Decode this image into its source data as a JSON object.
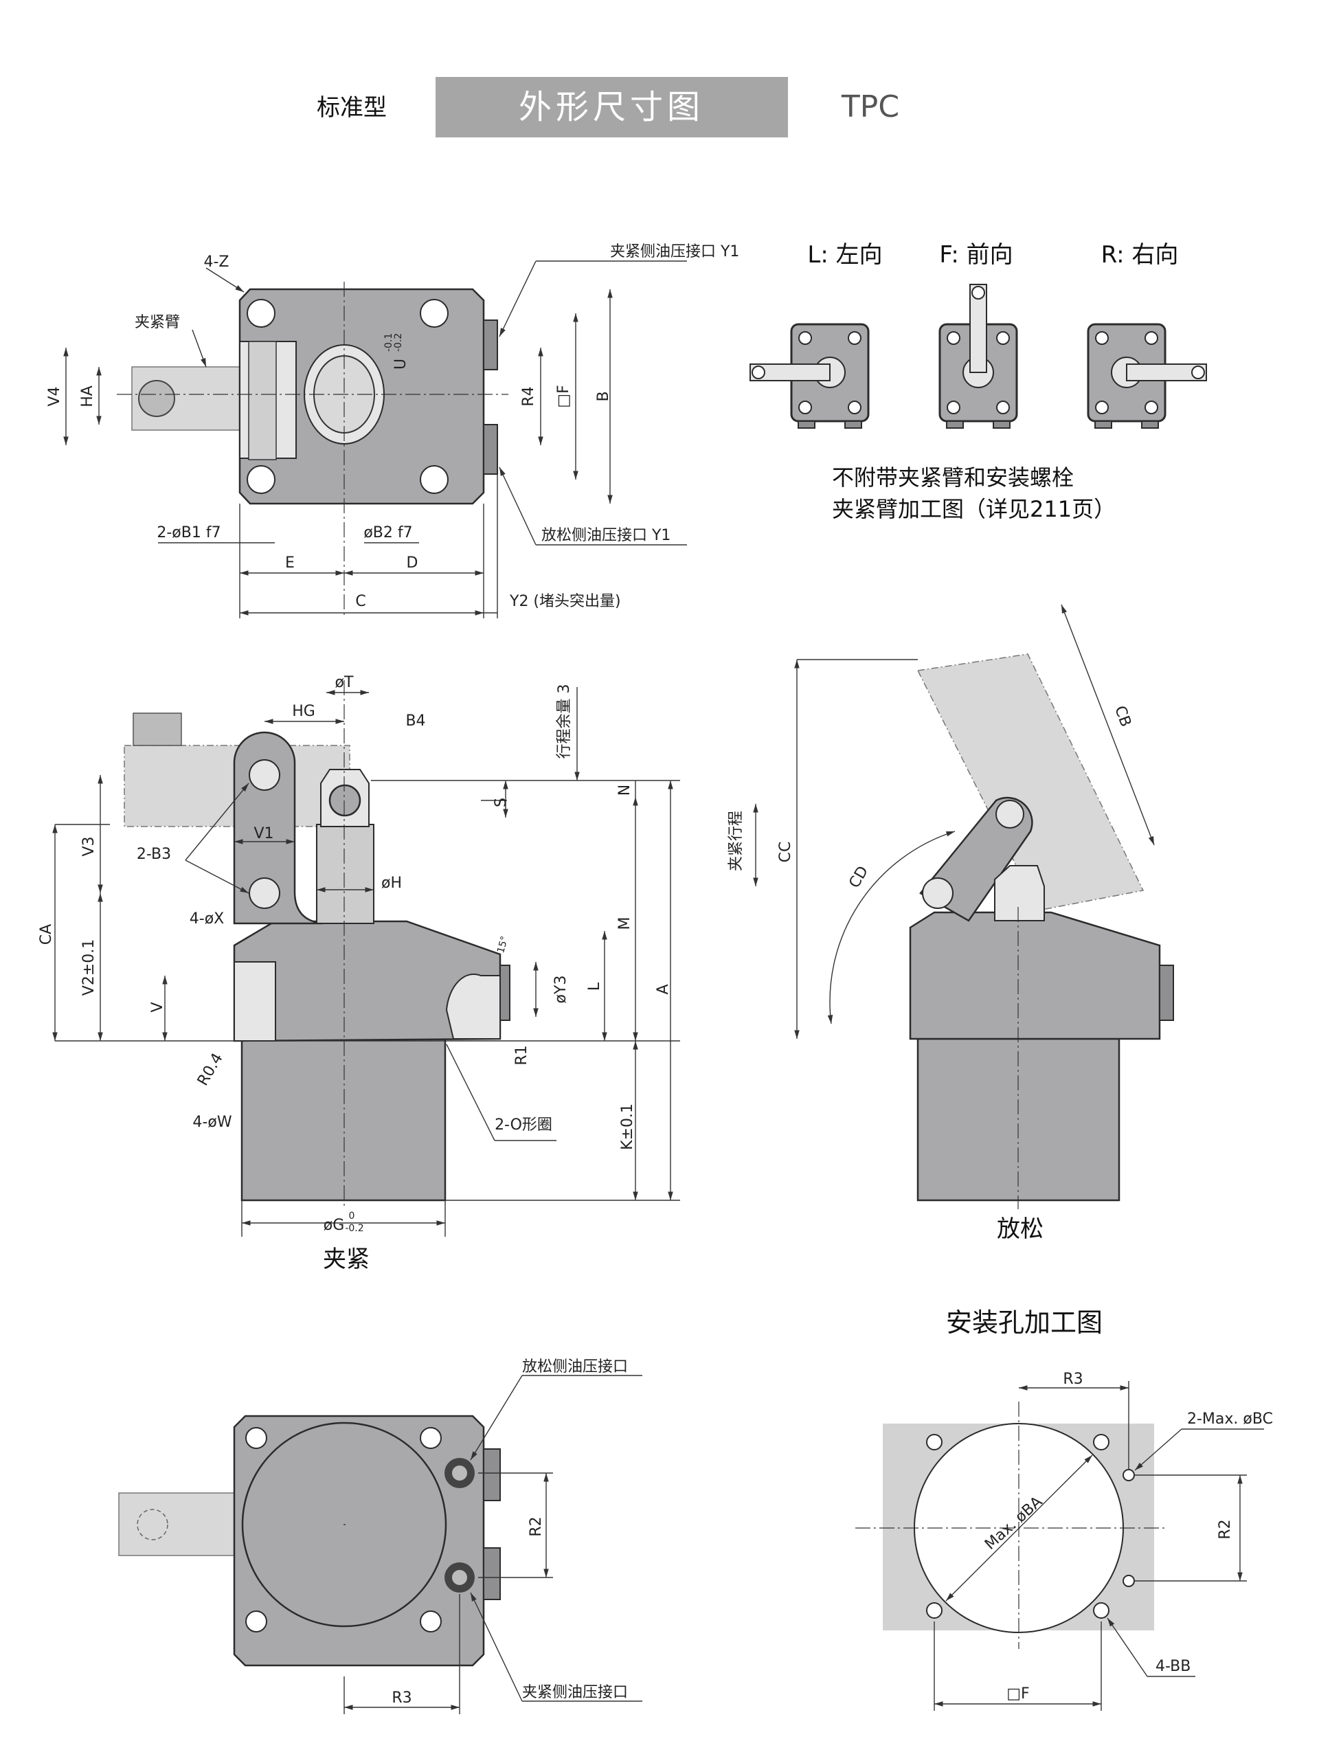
{
  "header": {
    "type": "标准型",
    "title": "外形尺寸图",
    "model": "TPC",
    "bar_color": "#a6a6a6"
  },
  "top_view": {
    "z": "4-Z",
    "arm": "夹紧臂",
    "clamp_port": "夹紧侧油压接口 Y1",
    "v4": "V4",
    "ha": "HA",
    "u": "U",
    "u_tol_upper": "-0.1",
    "u_tol_lower": "-0.2",
    "r4": "R4",
    "f": "□F",
    "b": "B",
    "b1": "2-øB1 f7",
    "b2": "øB2 f7",
    "release_port": "放松侧油压接口 Y1",
    "e": "E",
    "d": "D",
    "c": "C",
    "y2": "Y2 (堵头突出量)"
  },
  "orientation": {
    "left": "L: 左向",
    "front": "F: 前向",
    "right": "R: 右向",
    "note_line1": "不附带夹紧臂和安装螺栓",
    "note_line2": "夹紧臂加工图（详见211页）"
  },
  "front_view": {
    "t": "øT",
    "hg": "HG",
    "b4": "B4",
    "stroke_margin": "行程余量 3",
    "n": "N",
    "s": "S",
    "v1": "V1",
    "b3": "2-B3",
    "v3": "V3",
    "ca": "CA",
    "h": "øH",
    "x": "4-øX",
    "m": "M",
    "angle": "15°",
    "y3": "øY3",
    "l": "L",
    "a": "A",
    "v2": "V2±0.1",
    "v": "V",
    "r1": "R1",
    "r04": "R0.4",
    "w": "4-øW",
    "oring": "2-O形圈",
    "k": "K±0.1",
    "g": "øG",
    "g_tol_upper": "0",
    "g_tol_lower": "-0.2",
    "caption": "夹紧"
  },
  "side_view": {
    "stroke": "夹紧行程",
    "cc": "CC",
    "cd": "CD",
    "cb": "CB",
    "caption": "放松"
  },
  "bottom_view": {
    "release_port": "放松侧油压接口",
    "r2": "R2",
    "r3": "R3",
    "clamp_port": "夹紧侧油压接口"
  },
  "mount": {
    "title": "安装孔加工图",
    "r3": "R3",
    "bc": "2-Max. øBC",
    "ba": "Max. øBA",
    "r2": "R2",
    "f": "□F",
    "bb": "4-BB"
  }
}
